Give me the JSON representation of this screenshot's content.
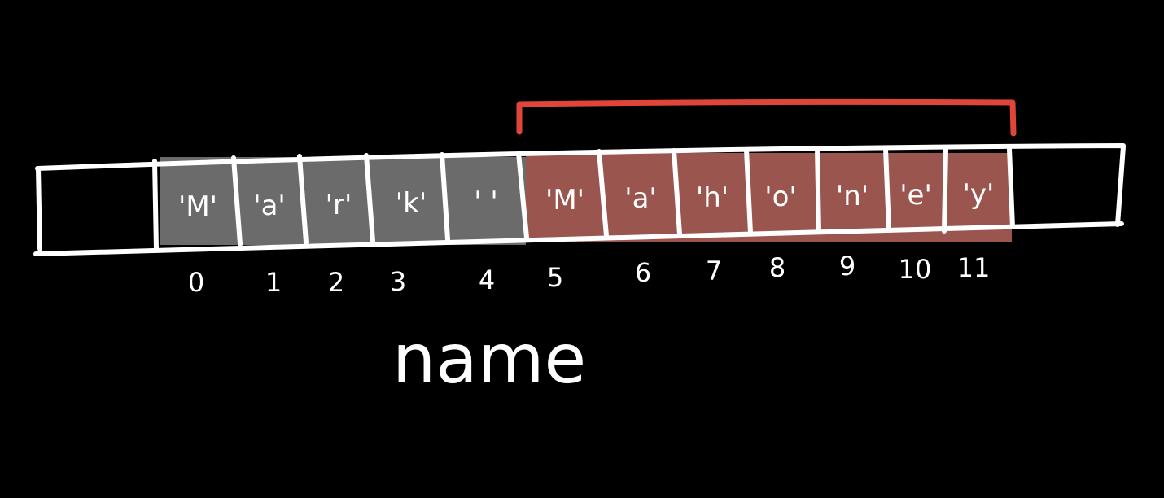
{
  "variable": {
    "name": "name"
  },
  "array": {
    "cells": [
      {
        "index": "0",
        "char": "'M'",
        "highlight": "gray"
      },
      {
        "index": "1",
        "char": "'a'",
        "highlight": "gray"
      },
      {
        "index": "2",
        "char": "'r'",
        "highlight": "gray"
      },
      {
        "index": "3",
        "char": "'k'",
        "highlight": "gray"
      },
      {
        "index": "4",
        "char": "' '",
        "highlight": "gray"
      },
      {
        "index": "5",
        "char": "'M'",
        "highlight": "red"
      },
      {
        "index": "6",
        "char": "'a'",
        "highlight": "red"
      },
      {
        "index": "7",
        "char": "'h'",
        "highlight": "red"
      },
      {
        "index": "8",
        "char": "'o'",
        "highlight": "red"
      },
      {
        "index": "9",
        "char": "'n'",
        "highlight": "red"
      },
      {
        "index": "10",
        "char": "'e'",
        "highlight": "red"
      },
      {
        "index": "11",
        "char": "'y'",
        "highlight": "red"
      }
    ]
  },
  "colors": {
    "background": "#000000",
    "stroke": "#ffffff",
    "gray_fill": "#6b6b6b",
    "red_fill": "#9a554f",
    "bracket": "#e0453a"
  }
}
